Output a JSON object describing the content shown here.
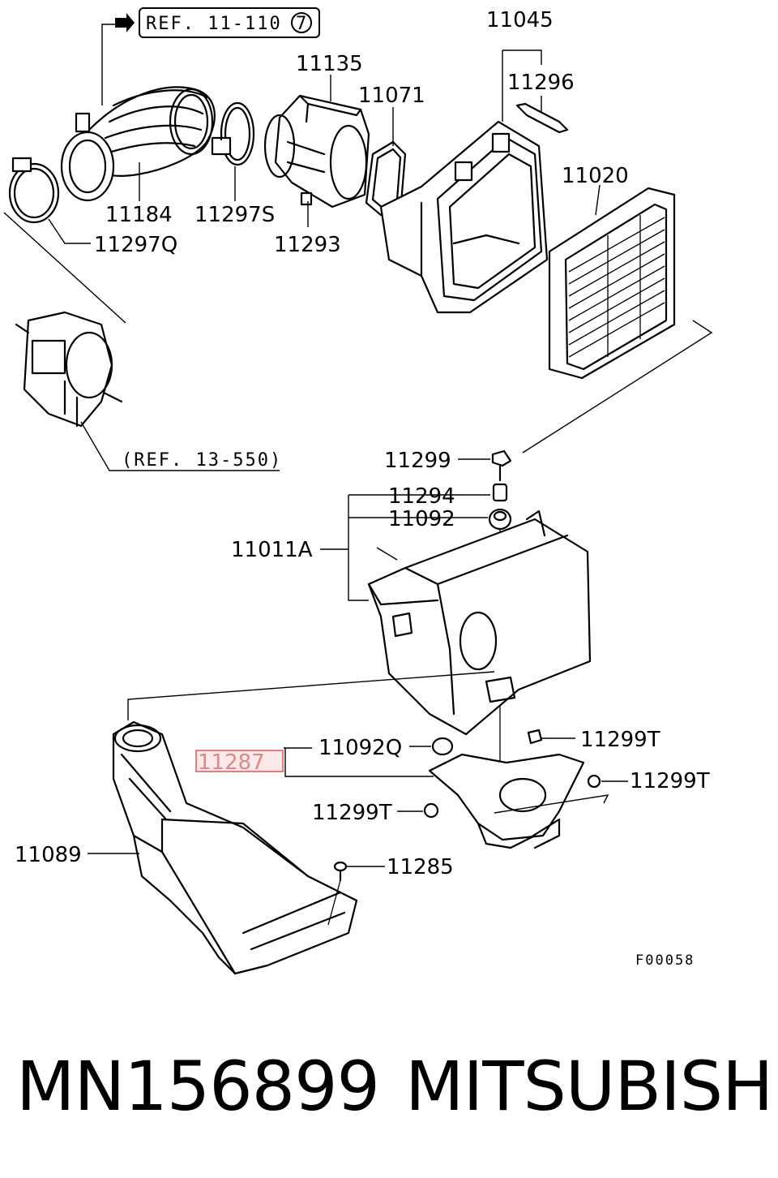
{
  "refs": {
    "ref_a": "REF. 11-110",
    "ref_a_num": "7",
    "ref_b": "(REF. 13-550)"
  },
  "labels": {
    "p11045": "11045",
    "p11135": "11135",
    "p11071": "11071",
    "p11296": "11296",
    "p11184": "11184",
    "p11297S": "11297S",
    "p11297Q": "11297Q",
    "p11293": "11293",
    "p11020": "11020",
    "p11299": "11299",
    "p11294": "11294",
    "p11092": "11092",
    "p11011A": "11011A",
    "p11287": "11287",
    "p11092Q": "11092Q",
    "p11299T_a": "11299T",
    "p11299T_b": "11299T",
    "p11299T_c": "11299T",
    "p11089": "11089",
    "p11285": "11285"
  },
  "figure_code": "F00058",
  "footer": {
    "part_number": "MN156899",
    "brand": "MITSUBISHI"
  }
}
